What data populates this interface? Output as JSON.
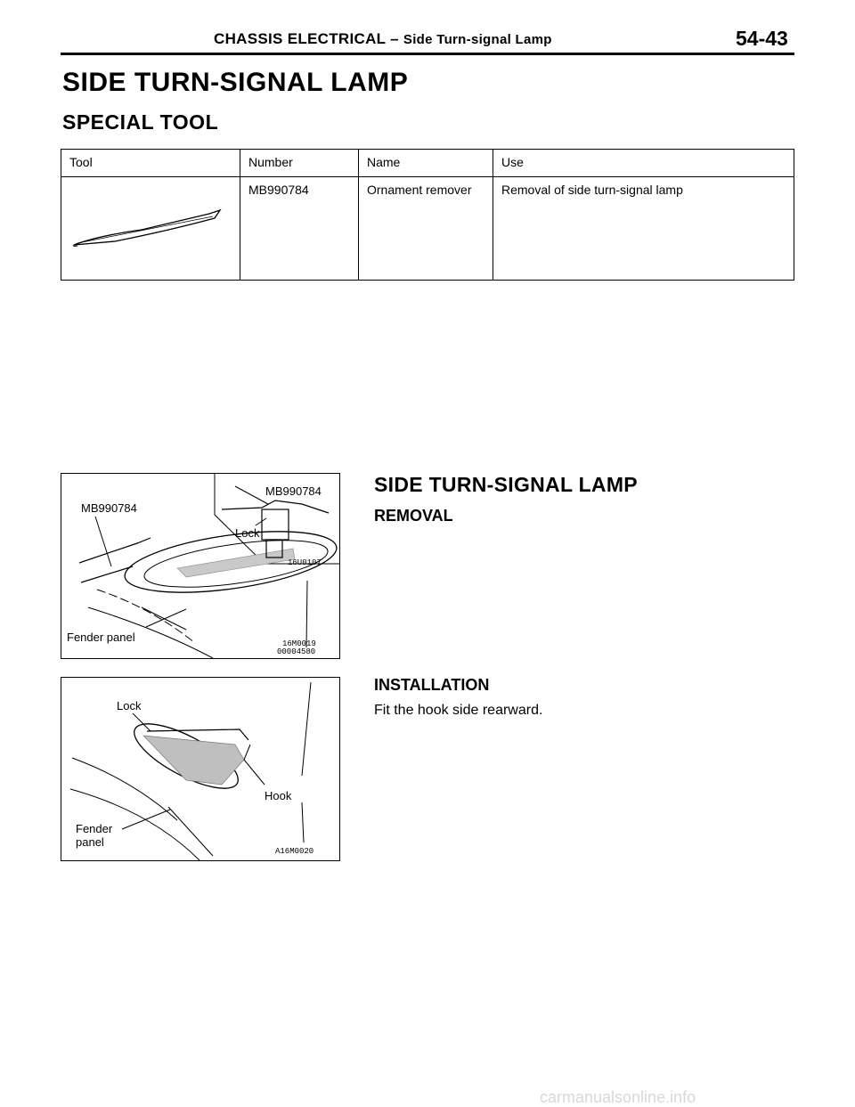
{
  "header": {
    "section": "CHASSIS ELECTRICAL",
    "dash": "–",
    "topic": "Side Turn-signal Lamp",
    "page_number": "54-43"
  },
  "title": "SIDE TURN-SIGNAL LAMP",
  "special_tool": {
    "heading": "SPECIAL TOOL",
    "columns": [
      "Tool",
      "Number",
      "Name",
      "Use"
    ],
    "rows": [
      {
        "number": "MB990784",
        "name": "Ornament remover",
        "use": "Removal of side turn-signal lamp"
      }
    ]
  },
  "procedure": {
    "title": "SIDE TURN-SIGNAL LAMP",
    "removal": {
      "heading": "REMOVAL",
      "figure": {
        "labels": [
          "MB990784",
          "MB990784",
          "Lock",
          "Fender panel"
        ],
        "codes": [
          "16U0107",
          "16M0019",
          "00004580"
        ]
      }
    },
    "installation": {
      "heading": "INSTALLATION",
      "text": "Fit the hook side rearward.",
      "figure": {
        "labels": [
          "Lock",
          "Hook",
          "Fender",
          "panel"
        ],
        "code": "A16M0020"
      }
    }
  },
  "footer": "carmanualsonline.info"
}
